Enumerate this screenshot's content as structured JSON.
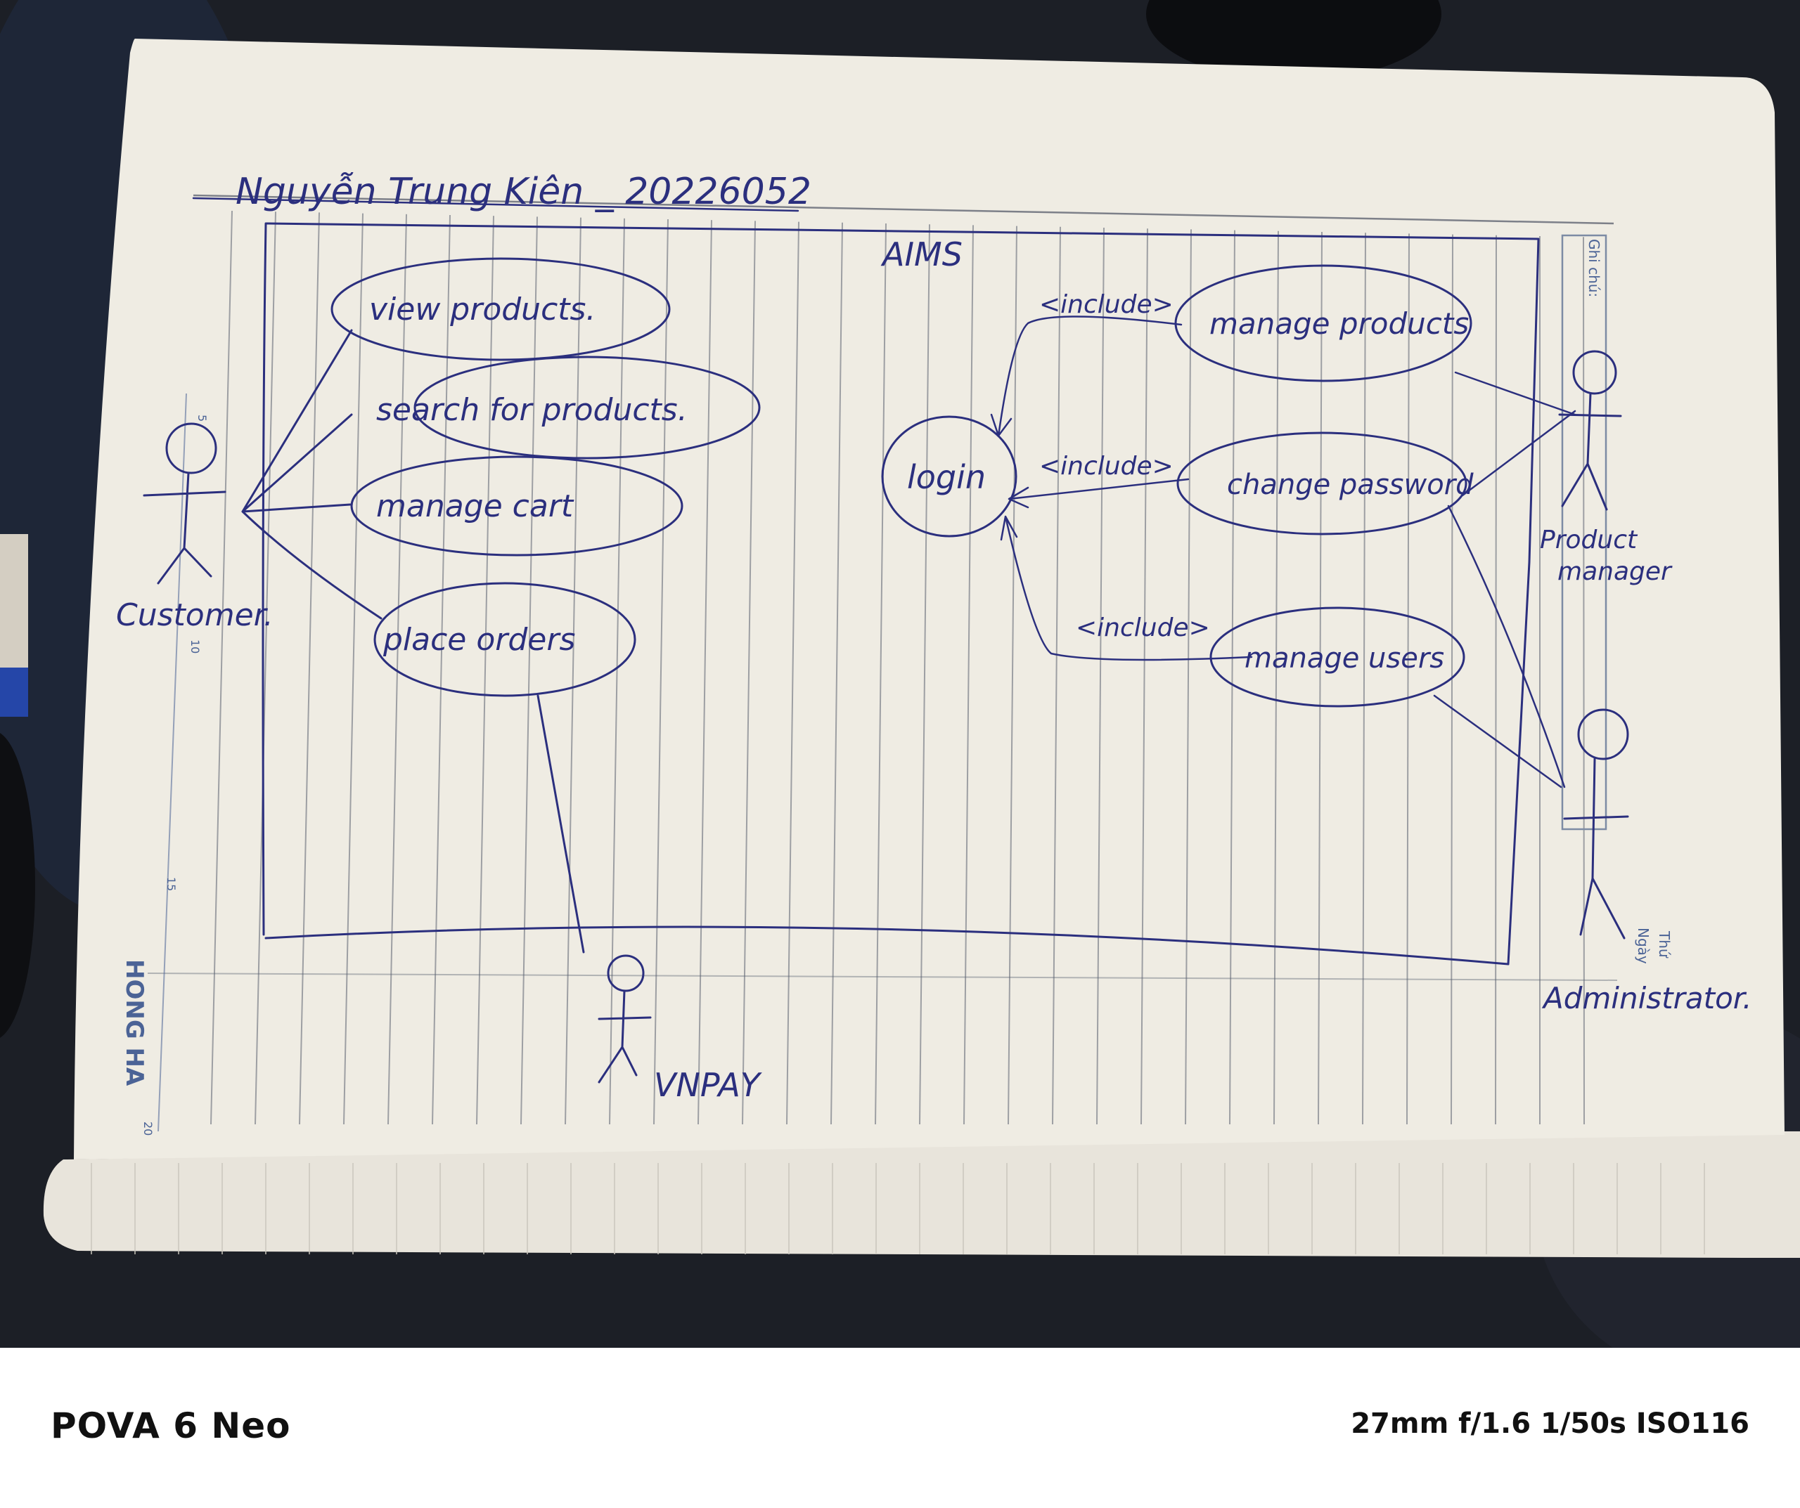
{
  "notebook": {
    "header_title": "Nguyễn Trung Kiên _ 20226052",
    "system_name": "AIMS",
    "brand": "HONG HA",
    "printed_note": "Ghi chú:",
    "printed_thu": "Thứ",
    "printed_ngay": "Ngày",
    "margin_numbers": [
      "5",
      "10",
      "15",
      "20"
    ]
  },
  "actors": {
    "customer": "Customer.",
    "vnpay": "VNPAY",
    "product_manager_line1": "Product",
    "product_manager_line2": "manager",
    "administrator": "Administrator."
  },
  "use_cases": {
    "view_products": "view products.",
    "search_products": "search for products.",
    "manage_cart": "manage cart",
    "place_orders": "place orders",
    "login": "login",
    "manage_products": "manage products",
    "change_password": "change password",
    "manage_users": "manage users"
  },
  "relations": {
    "include_1": "<include>",
    "include_2": "<include>",
    "include_3": "<include>"
  },
  "footer": {
    "device": "POVA 6 Neo",
    "camera": "27mm  f/1.6  1/50s  ISO116"
  }
}
